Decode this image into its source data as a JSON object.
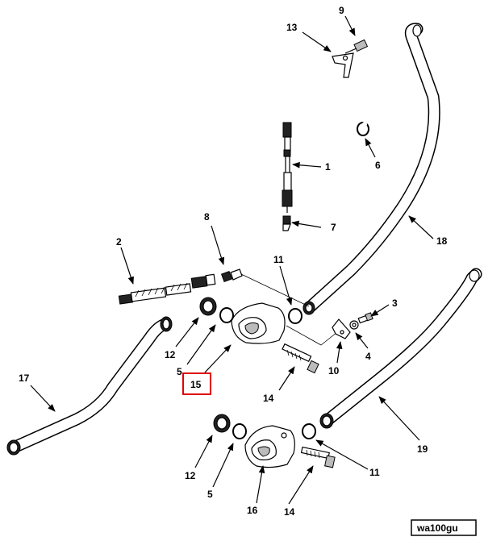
{
  "figure_id": "wa100gu",
  "highlight_color": "#e00000",
  "callouts": {
    "c1": "1",
    "c2": "2",
    "c3": "3",
    "c4": "4",
    "c5a": "5",
    "c5b": "5",
    "c6": "6",
    "c7": "7",
    "c8": "8",
    "c9": "9",
    "c10": "10",
    "c11a": "11",
    "c11b": "11",
    "c12a": "12",
    "c12b": "12",
    "c13": "13",
    "c14a": "14",
    "c14b": "14",
    "c15": "15",
    "c16": "16",
    "c17": "17",
    "c18": "18",
    "c19": "19"
  }
}
